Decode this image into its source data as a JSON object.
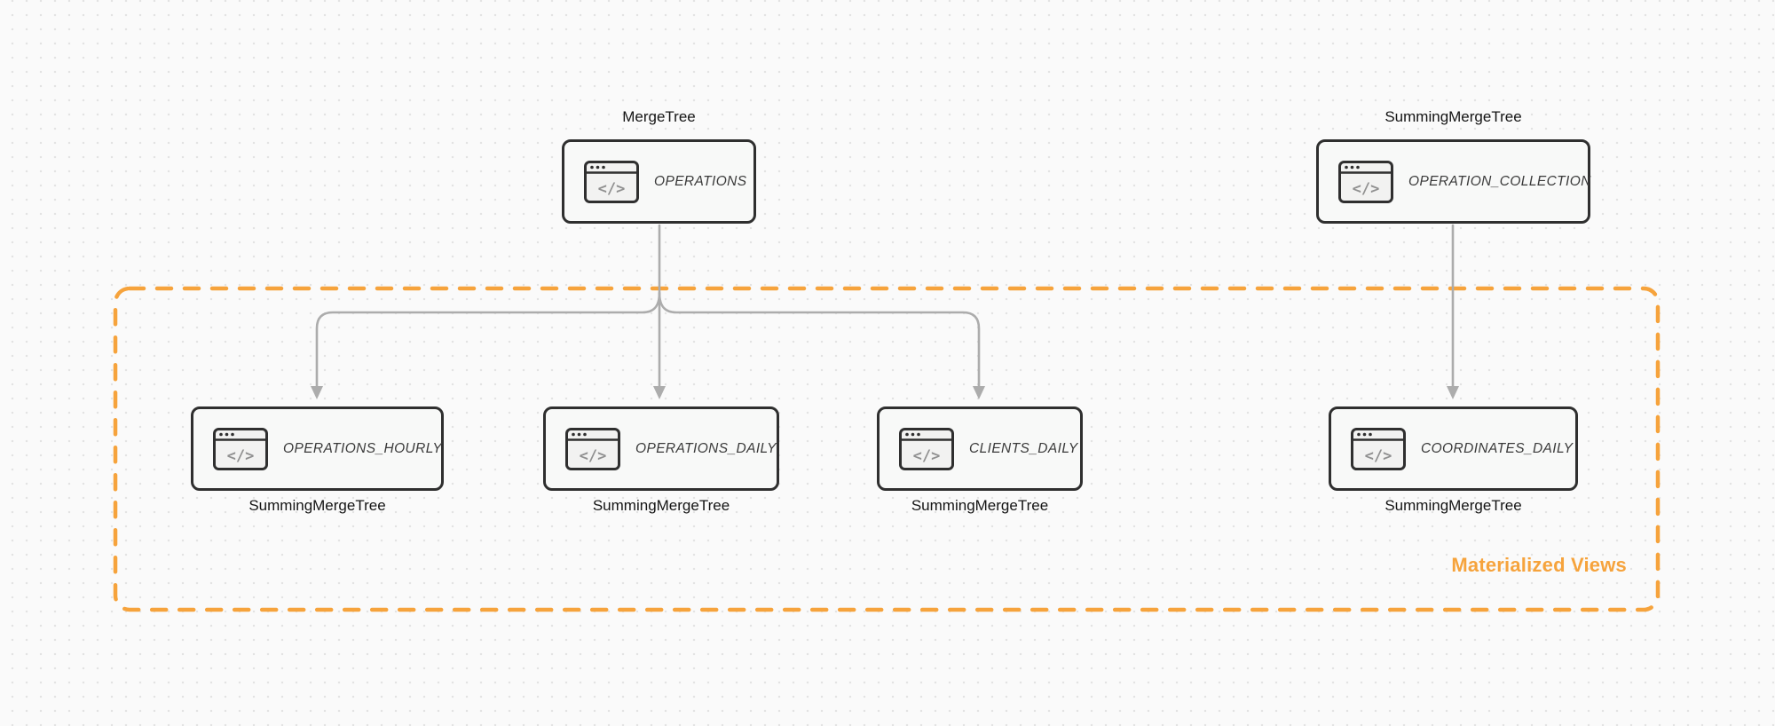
{
  "diagram": {
    "source_nodes": [
      {
        "id": "operations",
        "engine": "MergeTree",
        "name": "OPERATIONS"
      },
      {
        "id": "operation_collection",
        "engine": "SummingMergeTree",
        "name": "OPERATION_COLLECTION"
      }
    ],
    "view_nodes": [
      {
        "id": "operations_hourly",
        "name": "OPERATIONS_HOURLY",
        "engine": "SummingMergeTree"
      },
      {
        "id": "operations_daily",
        "name": "OPERATIONS_DAILY",
        "engine": "SummingMergeTree"
      },
      {
        "id": "clients_daily",
        "name": "CLIENTS_DAILY",
        "engine": "SummingMergeTree"
      },
      {
        "id": "coordinates_daily",
        "name": "COORDINATES_DAILY",
        "engine": "SummingMergeTree"
      }
    ],
    "group_label": "Materialized Views",
    "icons": {
      "node_icon": "code-window-icon"
    },
    "colors": {
      "accent_orange": "#F6A33C",
      "edge_gray": "#ACACAC",
      "node_border": "#2F2F2F",
      "node_fill": "#F8F9F8",
      "background": "#FAFAFA"
    }
  }
}
